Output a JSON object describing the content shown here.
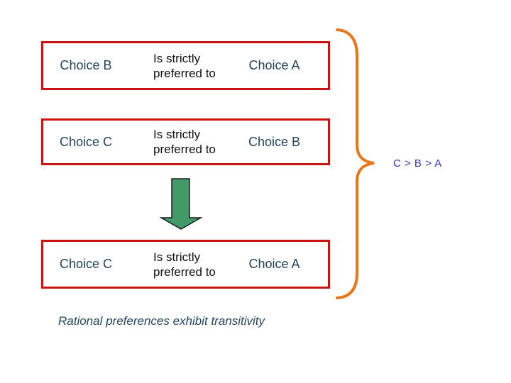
{
  "diagram": {
    "rows": [
      {
        "subject": "Choice B",
        "relation_lines": [
          "Is strictly",
          "preferred to"
        ],
        "object": "Choice A"
      },
      {
        "subject": "Choice C",
        "relation_lines": [
          "Is strictly",
          "preferred to"
        ],
        "object": "Choice B"
      },
      {
        "subject": "Choice C",
        "relation_lines": [
          "Is strictly",
          "preferred to"
        ],
        "object": "Choice A"
      }
    ],
    "icons": {
      "arrow": "down-arrow",
      "brace": "right-curly-brace"
    },
    "conclusion": "C > B > A",
    "caption": "Rational preferences exhibit transitivity",
    "colors": {
      "box_border": "#C81414",
      "choice_text": "#22455C",
      "relation_text": "#111111",
      "arrow_fill": "#419A67",
      "arrow_outline": "#1B1B1B",
      "brace_stroke": "#E87717",
      "conclusion_text": "#3333BB"
    }
  }
}
